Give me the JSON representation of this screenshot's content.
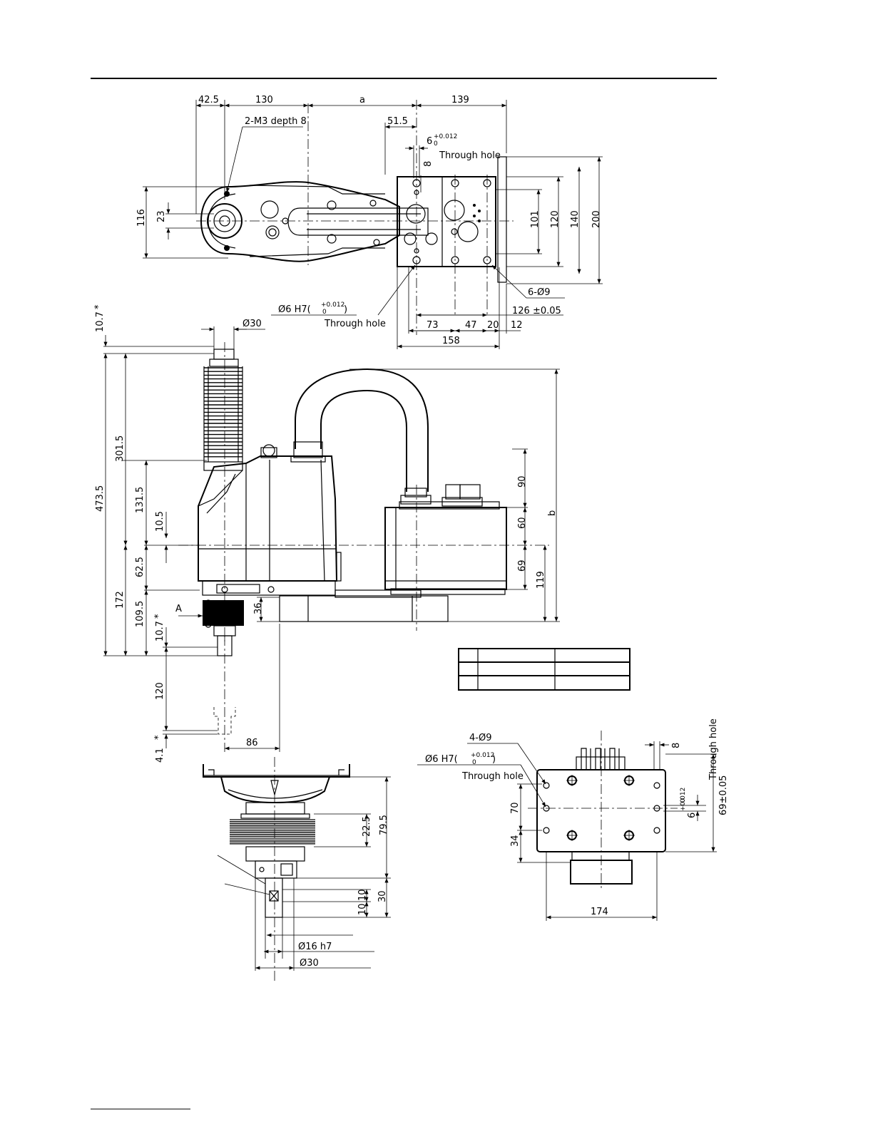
{
  "top_view": {
    "dims": {
      "d42_5": "42.5",
      "d130": "130",
      "da": "a",
      "d139": "139",
      "d51_5": "51.5",
      "d116": "116",
      "d23": "23",
      "d101": "101",
      "d120": "120",
      "d140": "140",
      "d200": "200",
      "d8": "8",
      "d126": "126 ±0.05",
      "d73": "73",
      "d47": "47",
      "d20": "20",
      "d12": "12",
      "d158": "158"
    },
    "notes": {
      "m3": "2-M3 depth 8",
      "hole6": "6",
      "hole6_tol_up": "+0.012",
      "hole6_tol_dn": "0",
      "through1": "Through hole",
      "holes9": "6-Ø9",
      "pin": "Ø6 H7(",
      "pin_tol_up": "+0.012",
      "pin_tol_dn": "0",
      "pin_close": ")",
      "through2": "Through hole"
    }
  },
  "side_view": {
    "dims": {
      "d10_7a": "10.7",
      "star": "*",
      "dia30": "Ø30",
      "d473_5": "473.5",
      "d301_5": "301.5",
      "d131_5": "131.5",
      "d10_5": "10.5",
      "d62_5": "62.5",
      "d172": "172",
      "d109_5": "109.5",
      "d10_7b": "10.7",
      "d120": "120",
      "d4_1": "4.1",
      "d86": "86",
      "d36": "36",
      "d90": "90",
      "d60": "60",
      "d69": "69",
      "d119": "119",
      "db": "b",
      "arrowA": "A"
    }
  },
  "table": {
    "rows": 3,
    "cols": 3
  },
  "detail_view": {
    "dims": {
      "d22_5": "22.5",
      "d79_5": "79.5",
      "d30": "30",
      "d10a": "10",
      "d10b": "10",
      "dia16": "Ø16 h7",
      "dia30": "Ø30"
    }
  },
  "base_view": {
    "dims": {
      "holes9": "4-Ø9",
      "pin": "Ø6 H7(",
      "pin_tol_up": "+0.012",
      "pin_tol_dn": "0",
      "pin_close": ")",
      "through": "Through hole",
      "d8": "8",
      "through2": "Through hole",
      "hole6": "6",
      "hole6_tol_up": "+0.012",
      "hole6_tol_dn": "0",
      "d69": "69±0.05",
      "d70": "70",
      "d34": "34",
      "d174": "174"
    }
  }
}
